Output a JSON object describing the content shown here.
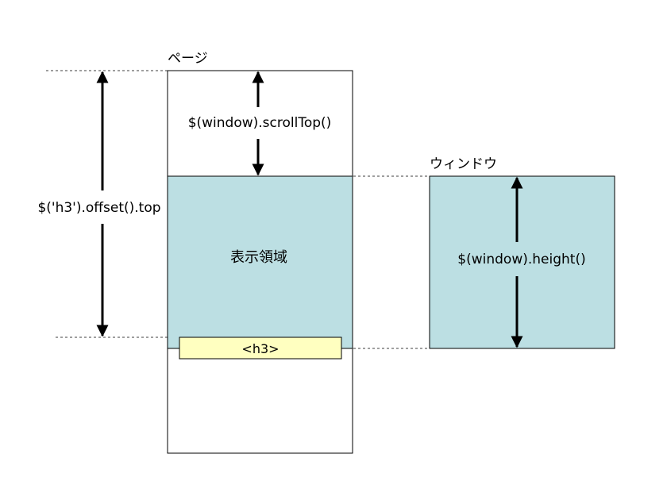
{
  "page": {
    "label": "ページ"
  },
  "window": {
    "label": "ウィンドウ"
  },
  "visible_area": {
    "label": "表示領域"
  },
  "h3_element": {
    "label": "<h3>"
  },
  "measures": {
    "scroll_top": "$(window).scrollTop()",
    "offset_top": "$('h3').offset().top",
    "window_height": "$(window).height()"
  },
  "colors": {
    "visible_fill": "#bcdfe3",
    "h3_fill": "#ffffc0",
    "stroke": "#000000"
  }
}
